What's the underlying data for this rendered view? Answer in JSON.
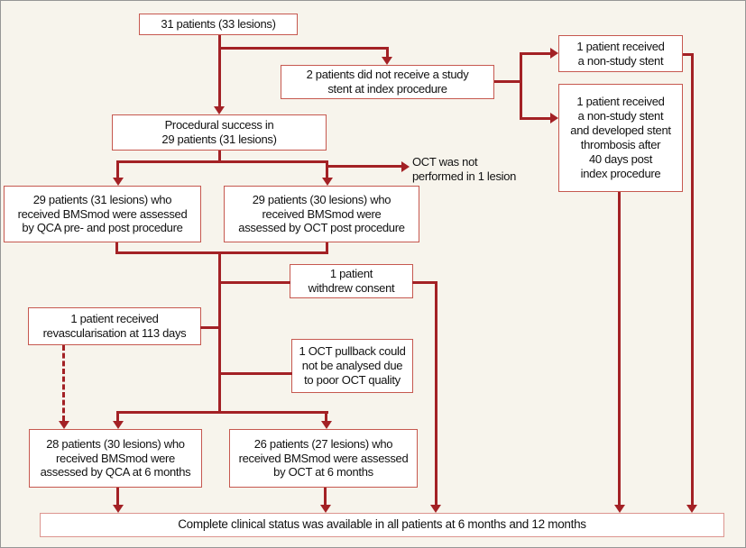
{
  "colors": {
    "line": "#a32125",
    "box_border": "#c6584f",
    "box_border_light": "#dc958f",
    "box_fill": "#ffffff",
    "background": "#f7f4ec",
    "frame_border": "#969696"
  },
  "boxes": {
    "top": "31 patients (33 lesions)",
    "no_study_stent": "2 patients did not receive a study\nstent at index procedure",
    "non_study_stent": "1 patient received\na non-study stent",
    "stent_thrombosis": "1 patient received\na non-study stent\nand developed stent\nthrombosis after\n40 days post\nindex procedure",
    "procedural_success": "Procedural success in\n29 patients (31 lesions)",
    "oct_note": "OCT was not\nperformed in 1 lesion",
    "qca_baseline": "29 patients (31 lesions) who\nreceived BMSmod were assessed\nby QCA pre- and post procedure",
    "oct_baseline": "29 patients (30 lesions) who\nreceived BMSmod were\nassessed by OCT post procedure",
    "withdrew": "1 patient\nwithdrew consent",
    "revascularisation": "1 patient received\nrevascularisation at 113 days",
    "oct_pullback": "1 OCT pullback could\nnot be analysed due\nto poor OCT quality",
    "qca_6m": "28 patients (30 lesions) who\nreceived BMSmod were\nassessed by QCA at 6 months",
    "oct_6m": "26 patients (27 lesions) who\nreceived BMSmod were assessed\nby OCT at 6 months",
    "bottom": "Complete clinical status was available in all patients at 6 months and 12 months"
  }
}
